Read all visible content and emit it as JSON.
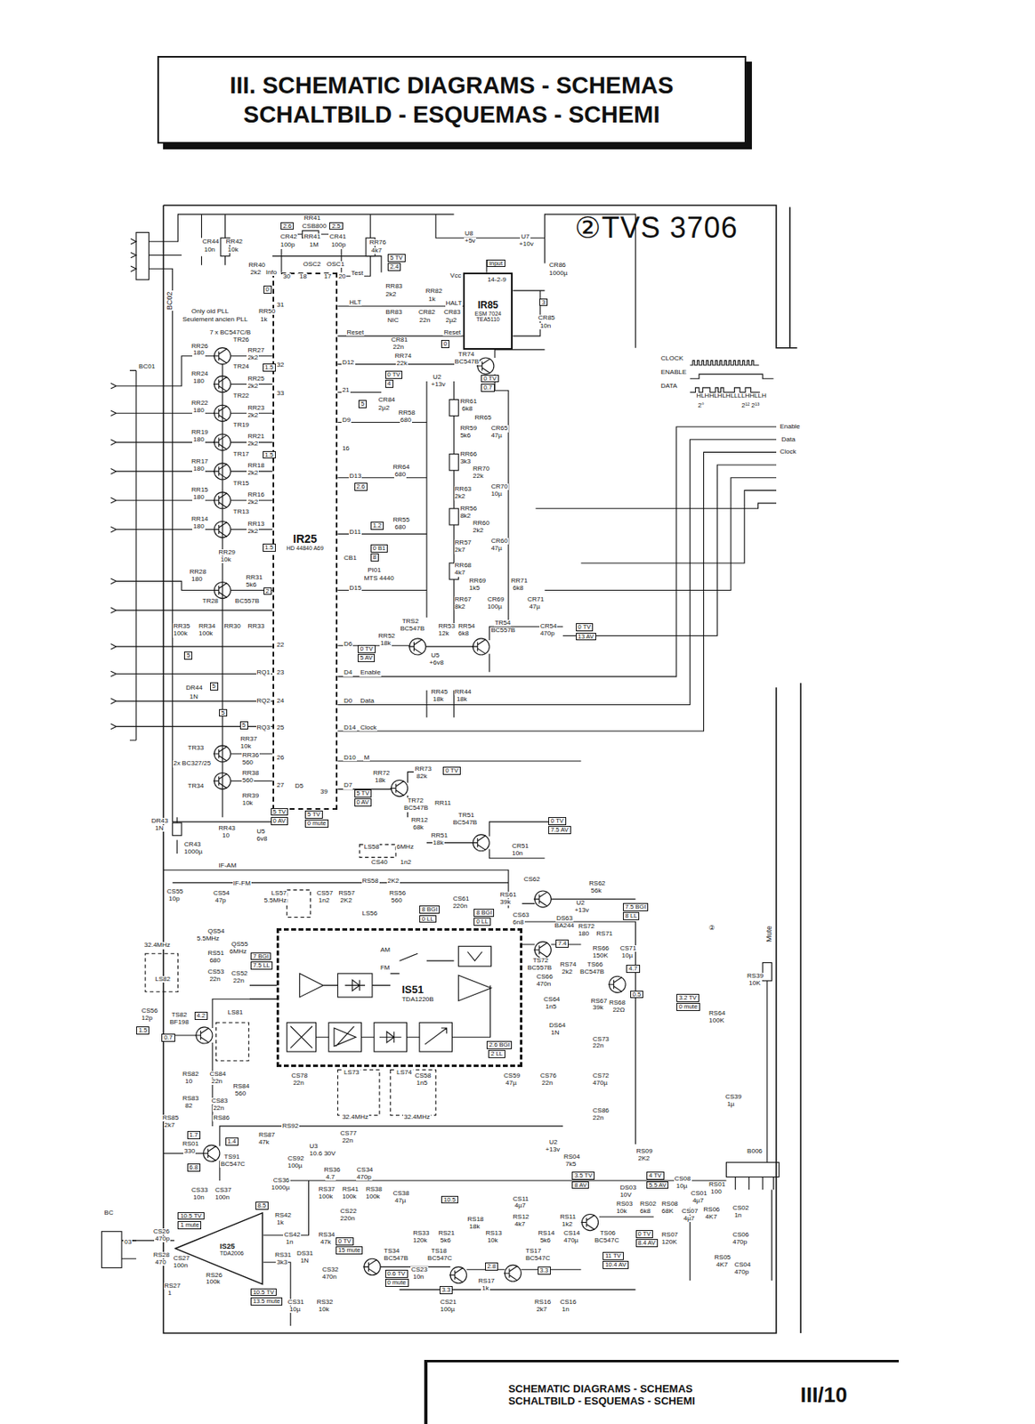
{
  "diagram": {
    "title": "III. SCHEMATIC DIAGRAMS - SCHEMAS SCHALTBILD - ESQUEMAS - SCHEMI",
    "nodes": [
      {
        "text": [
          "IR25",
          "HD 44840 A69"
        ]
      },
      {
        "text": [
          "IR85",
          "ESM 7024 TEA5110"
        ]
      },
      {
        "text": [
          "IS51",
          "TDA1220B"
        ]
      },
      {
        "text": [
          "IS25",
          "TDA2006"
        ]
      },
      {
        "text": [
          "SCHEMATIC DIAGRAMS - SCHEMAS SCHALTBILD - ESQUEMAS - SCHEMI",
          "III/10"
        ]
      }
    ],
    "edges": [
      {
        "from": 0,
        "to": 1,
        "arrow": "none"
      },
      {
        "from": 0,
        "to": 1,
        "arrow": "none"
      }
    ],
    "labels": [
      "②TVS 3706",
      "BC02",
      "BC01",
      "CR44",
      "10n",
      "RR42",
      "10k",
      "2.6",
      "RR41",
      "CSB800",
      "2.5",
      "CR42",
      "100p",
      "RR41",
      "1M",
      "CR41",
      "100p",
      "OSC2",
      "OSC1",
      "Test",
      "RR40",
      "2k2",
      "Info",
      "30",
      "18",
      "17",
      "20",
      "RR76",
      "4k7",
      "5 TV",
      "2.4",
      "U8",
      "+5v",
      "U7",
      "+10v",
      "Input",
      "Vcc",
      "CR86",
      "1000µ",
      "RR83",
      "2k2",
      "RR82",
      "1k",
      "HALT",
      "CR83",
      "2µ2",
      "CR82",
      "22n",
      "BR83",
      "NIC",
      "Reset",
      "CR85",
      "10n",
      "HLT",
      "Reset",
      "Only old PLL",
      "Seulement ancien PLL",
      "RR50",
      "1k",
      "7 x BC547C/B",
      "RR26",
      "180",
      "TR26",
      "RR27",
      "2k2",
      "RR24",
      "180",
      "TR24",
      "RR25",
      "2k2",
      "RR22",
      "180",
      "TR22",
      "RR23",
      "2k2",
      "RR19",
      "180",
      "TR19",
      "RR21",
      "2k2",
      "RR17",
      "180",
      "TR17",
      "RR18",
      "2k2",
      "RR15",
      "180",
      "TR15",
      "RR16",
      "2k2",
      "RR14",
      "180",
      "TR13",
      "RR13",
      "2k2",
      "RR29",
      "10k",
      "RR28",
      "180",
      "RR31",
      "5k6",
      "TR28",
      "BC557B",
      "RR35",
      "100k",
      "RR34",
      "100k",
      "RR30",
      "RR33",
      "DR44",
      "1N",
      "TR33",
      "RR37",
      "10k",
      "2x BC327/25",
      "RR36",
      "560",
      "TR34",
      "RR38",
      "560",
      "RR39",
      "10k",
      "DR43",
      "1N",
      "RR43",
      "10",
      "CR43",
      "1000µ",
      "U5",
      "6v8",
      "31",
      "32",
      "33",
      "D12",
      "21",
      "D9",
      "16",
      "D13",
      "D11",
      "CB1",
      "D15",
      "D6",
      "D4",
      "Enable",
      "D0",
      "Data",
      "D14",
      "Clock",
      "D10",
      "M",
      "D7",
      "D5",
      "39",
      "RR74",
      "22k",
      "TR74",
      "BC547B",
      "CR81",
      "22n",
      "U2",
      "+13v",
      "CR84",
      "2µ2",
      "RR58",
      "680",
      "RR61",
      "6k8",
      "RR65",
      "RR59",
      "5k6",
      "CR65",
      "47µ",
      "RR66",
      "3k3",
      "RR70",
      "22k",
      "RR63",
      "2k2",
      "CR70",
      "10µ",
      "RR64",
      "680",
      "RR56",
      "8k2",
      "RR60",
      "2k2",
      "RR55",
      "680",
      "RR57",
      "2k7",
      "CR60",
      "47µ",
      "PI01",
      "MTS 4440",
      "RR68",
      "4k7",
      "RR69",
      "1k5",
      "RR71",
      "6k8",
      "RR67",
      "8k2",
      "CR69",
      "100µ",
      "CR71",
      "47µ",
      "RR52",
      "18k",
      "TRS2",
      "BC547B",
      "RR53",
      "12k",
      "RR54",
      "6k8",
      "TR54",
      "BC557B",
      "CR54",
      "470p",
      "U5",
      "+6v8",
      "RR45",
      "18k",
      "RR44",
      "18k",
      "RR73",
      "82k",
      "RR72",
      "18k",
      "TR72",
      "BC547B",
      "RR11",
      "RR12",
      "68k",
      "RR51",
      "18k",
      "TR51",
      "BC547B",
      "CR51",
      "10n",
      "LS58",
      "6MHz",
      "CS40",
      "1n2",
      "CLOCK",
      "ENABLE",
      "DATA",
      "HLHHLHLHLLLLHHLLH",
      "2°",
      "2¹² 2¹³",
      "Enable",
      "Data",
      "Clock",
      "Mute",
      "RS39",
      "10K",
      "②",
      "IF-AM",
      "IF-FM",
      "CS55",
      "10p",
      "CS54",
      "47p",
      "LS57",
      "5.5MHz",
      "CS57",
      "1n2",
      "RS57",
      "2K2",
      "RS58",
      "2K2",
      "RS56",
      "560",
      "LS56",
      "CS61",
      "220n",
      "RS61",
      "39k",
      "CS62",
      "RS62",
      "56k",
      "32.4MHz",
      "LS82",
      "QS54",
      "5.5MHz",
      "QS55",
      "6MHz",
      "RS51",
      "680",
      "CS53",
      "22n",
      "CS52",
      "22n",
      "CS63",
      "6n8",
      "DS63",
      "BA244",
      "RS72",
      "180",
      "RS71",
      "RS66",
      "150K",
      "CS71",
      "10µ",
      "TS72",
      "BC557B",
      "RS74",
      "2k2",
      "TS66",
      "BC547B",
      "CS66",
      "470n",
      "CS64",
      "1n5",
      "RS67",
      "39k",
      "RS68",
      "22Ω",
      "DS64",
      "1N",
      "CS73",
      "22n",
      "CS72",
      "470µ",
      "CS86",
      "22n",
      "CS56",
      "12p",
      "TS82",
      "BF198",
      "LS81",
      "RS82",
      "10",
      "CS84",
      "22n",
      "RS83",
      "82",
      "RS84",
      "560",
      "CS83",
      "22n",
      "RS85",
      "2k7",
      "RS86",
      "CS78",
      "22n",
      "LS73",
      "LS74",
      "32.4MHz",
      "32.4MHz",
      "CS58",
      "1n5",
      "CS59",
      "47µ",
      "CS76",
      "22n",
      "CS77",
      "22n",
      "RS87",
      "47k",
      "RS92",
      "RS01",
      "330",
      "TS91",
      "BC547C",
      "CS92",
      "100µ",
      "U3",
      "10.6 30V",
      "RS36",
      "4.7",
      "CS34",
      "470p",
      "CS33",
      "10n",
      "CS37",
      "100n",
      "CS36",
      "1000µ",
      "RS37",
      "100k",
      "RS41",
      "100k",
      "RS38",
      "100k",
      "CS38",
      "47µ",
      "CS22",
      "220n",
      "RS42",
      "1k",
      "CS42",
      "1n",
      "RS34",
      "47k",
      "TS34",
      "BC547B",
      "RS31",
      "3k3",
      "DS31",
      "1N",
      "CS32",
      "470n",
      "CS31",
      "10µ",
      "RS32",
      "10k",
      "CS26",
      "470p",
      "RS28",
      "470",
      "CS27",
      "100n",
      "RS27",
      "1",
      "RS26",
      "100k",
      "BC",
      "03",
      "RS33",
      "120k",
      "RS21",
      "5k6",
      "CS23",
      "10n",
      "TS18",
      "BC547C",
      "RS18",
      "18k",
      "RS13",
      "10k",
      "TS17",
      "BC547C",
      "RS17",
      "1k",
      "CS21",
      "100µ",
      "CS11",
      "4µ7",
      "RS12",
      "4k7",
      "RS11",
      "1k2",
      "RS16",
      "2k7",
      "CS16",
      "1n",
      "RS14",
      "5k6",
      "CS14",
      "470µ",
      "RS04",
      "7k5",
      "TS06",
      "BC547C",
      "DS03",
      "10V",
      "RS03",
      "10k",
      "RS02",
      "6k8",
      "RS08",
      "68K",
      "CS08",
      "10µ",
      "CS01",
      "4µ7",
      "RS01",
      "100",
      "CS07",
      "4µ7",
      "RS06",
      "4K7",
      "CS02",
      "1n",
      "CS06",
      "470p",
      "RS07",
      "120K",
      "RS05",
      "4K7",
      "CS04",
      "470p",
      "RS09",
      "2K2",
      "CS39",
      "1µ",
      "RS64",
      "100K",
      "B006",
      "AM",
      "FM",
      "8 BGI",
      "0 LL",
      "8 BGI",
      "0 LL",
      "7.5 BGI",
      "8 LL",
      "7 BGI",
      "7.5 LL",
      "7.4",
      "0.5",
      "4.7",
      "3.2 TV",
      "0 mute",
      "0.7",
      "4.2",
      "1.5",
      "2.6 BGI",
      "2 LL",
      "1.7",
      "1.4",
      "6.8",
      "8.5",
      "10.5 TV",
      "1 mute",
      "10.5 TV",
      "13.5 mute",
      "0 TV",
      "15 mute",
      "0.6 TV",
      "0 mute",
      "10.5",
      "3.3",
      "2.8",
      "3.3",
      "3.5 TV",
      "8 AV",
      "4 TV",
      "5.5 AV",
      "0 TV",
      "8.4 AV",
      "11 TV",
      "10.4 AV",
      "U2",
      "+13v",
      "U2",
      "+13v",
      "0 TV",
      "13 AV",
      "0 TV",
      "0 TV",
      "7.5 AV",
      "5 TV",
      "0 AV",
      "5 TV",
      "0 mute",
      "5 TV",
      "0 AV",
      "0 TV",
      "5 AV",
      "0 TV",
      "0.7",
      "0 TV",
      "4",
      "5",
      "2.6",
      "1.2",
      "0 B1",
      "8",
      "0",
      "3",
      "0",
      "14-2-9",
      "1.5",
      "1.5",
      "1.5",
      "2",
      "5",
      "5",
      "5",
      "5",
      "RQ1",
      "RQ2",
      "RQ3",
      "23",
      "24",
      "25",
      "26",
      "27",
      "22"
    ]
  }
}
